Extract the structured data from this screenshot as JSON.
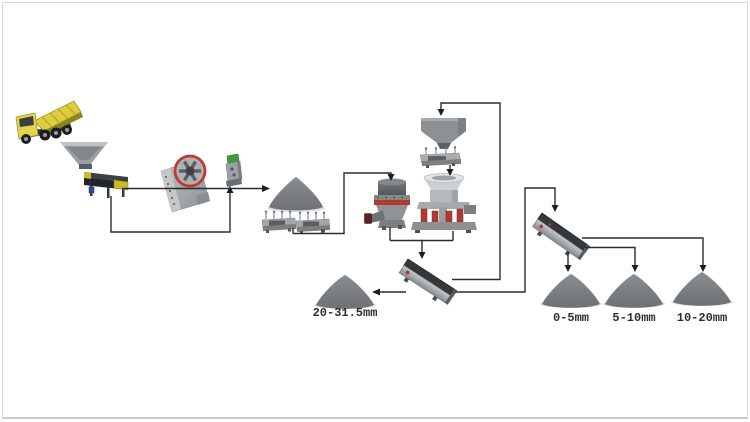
{
  "frame": {
    "border_color": "#d9d9d9",
    "background": "#ffffff"
  },
  "labels": {
    "oversize_pile": "20-31.5mm",
    "fines_pile": "0-5mm",
    "medium_pile": "5-10mm",
    "coarse_pile": "10-20mm"
  },
  "colors": {
    "flow_line": "#2c2c2c",
    "arrowhead": "#1e1e1e",
    "truck_yellow": "#ddcc3d",
    "crusher_red": "#c23b32",
    "fine_crusher_green": "#3f9a3f",
    "stockpile_gray": "#7c8083",
    "machine_gray": "#a3a7aa",
    "screen_deck_dark": "#34383b",
    "label_text": "#2e2e2e"
  },
  "components": [
    {
      "name": "dump-truck-icon",
      "kind": "dump truck"
    },
    {
      "name": "feed-hopper-icon",
      "kind": "hopper"
    },
    {
      "name": "grizzly-feeder-icon",
      "kind": "vibrating feeder"
    },
    {
      "name": "jaw-crusher-icon",
      "kind": "jaw crusher"
    },
    {
      "name": "fine-crusher-icon",
      "kind": "small crusher"
    },
    {
      "name": "surge-stockpile-icon",
      "kind": "stockpile cone"
    },
    {
      "name": "left-vibrating-feeder-icon",
      "kind": "vibrating feeder"
    },
    {
      "name": "right-vibrating-feeder-icon",
      "kind": "vibrating feeder"
    },
    {
      "name": "cone-crusher-1-icon",
      "kind": "cone crusher"
    },
    {
      "name": "surge-hopper-icon",
      "kind": "hopper"
    },
    {
      "name": "surge-feeder-icon",
      "kind": "vibrating feeder"
    },
    {
      "name": "cone-crusher-2-icon",
      "kind": "cone crusher"
    },
    {
      "name": "screen-conveyor-1-icon",
      "kind": "inclined screen conveyor"
    },
    {
      "name": "screen-conveyor-2-icon",
      "kind": "inclined screen conveyor"
    },
    {
      "name": "oversize-stockpile-icon",
      "kind": "stockpile cone"
    },
    {
      "name": "fines-stockpile-icon",
      "kind": "stockpile cone"
    },
    {
      "name": "medium-stockpile-icon",
      "kind": "stockpile cone"
    },
    {
      "name": "coarse-stockpile-icon",
      "kind": "stockpile cone"
    }
  ],
  "flow_edges": [
    {
      "from": "grizzly-feeder",
      "to": "surge-stockpile"
    },
    {
      "from": "bypass-loop",
      "to": "fine-crusher"
    },
    {
      "from": "surge-feeders",
      "to": "cone-crusher-1"
    },
    {
      "from": "recirculation-line",
      "to": "surge-hopper"
    },
    {
      "from": "surge-feeder",
      "to": "cone-crusher-2"
    },
    {
      "from": "cone-crushers",
      "to": "screen-conveyor-1"
    },
    {
      "from": "screen-conveyor-1",
      "to": "oversize-stockpile"
    },
    {
      "from": "screen-conveyor-1",
      "to": "screen-conveyor-2"
    },
    {
      "from": "screen-conveyor-2",
      "to": "fines-stockpile"
    },
    {
      "from": "screen-conveyor-2",
      "to": "medium-stockpile"
    },
    {
      "from": "screen-conveyor-2",
      "to": "coarse-stockpile"
    }
  ]
}
